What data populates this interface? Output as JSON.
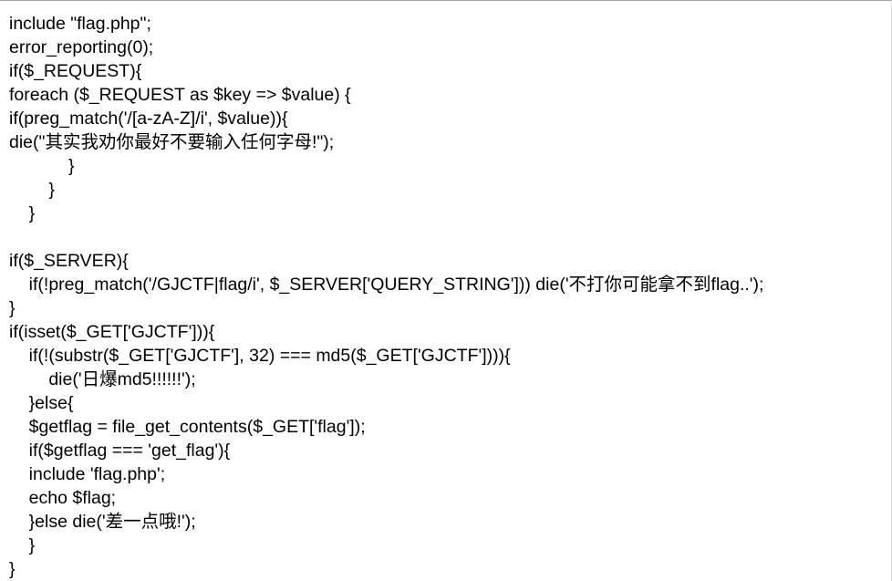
{
  "code": {
    "lines": [
      "include \"flag.php\";",
      "error_reporting(0);",
      "if($_REQUEST){",
      "foreach ($_REQUEST as $key => $value) {",
      "if(preg_match('/[a-zA-Z]/i', $value)){",
      "die(\"其实我劝你最好不要输入任何字母!\");",
      "            }",
      "        }",
      "    }",
      "",
      "if($_SERVER){",
      "    if(!preg_match('/GJCTF|flag/i', $_SERVER['QUERY_STRING'])) die('不打你可能拿不到flag..');",
      "}",
      "if(isset($_GET['GJCTF'])){",
      "    if(!(substr($_GET['GJCTF'], 32) === md5($_GET['GJCTF']))){",
      "        die('日爆md5!!!!!!');",
      "    }else{",
      "    $getflag = file_get_contents($_GET['flag']);",
      "    if($getflag === 'get_flag'){",
      "    include 'flag.php';",
      "    echo $flag;",
      "    }else die('差一点哦!');",
      "    }",
      "}"
    ]
  }
}
